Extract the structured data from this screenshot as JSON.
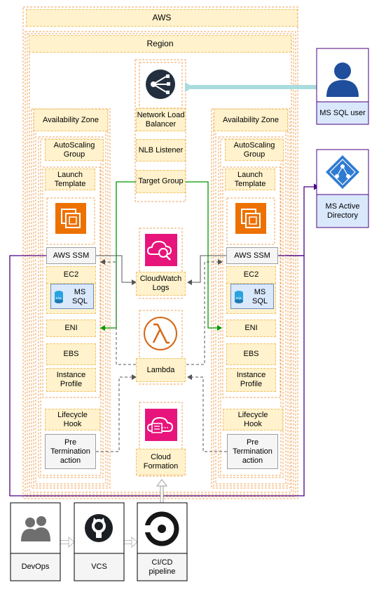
{
  "colors": {
    "zone_border": "#f2a45a",
    "label_fill": "#fff2cc",
    "nlb_icon": "#232f3e",
    "ec2_orange": "#ed7100",
    "pink": "#e7157b",
    "user_fill": "#dae8fc",
    "purple_line": "#4b0082",
    "green_line": "#009900",
    "arrow_blue": "#a9dcdf"
  },
  "labels": {
    "aws": "AWS",
    "region": "Region",
    "nlb_1": "Network Load",
    "nlb_2": "Balancer",
    "nlb_listener": "NLB Listener",
    "target_group": "Target Group",
    "cloudwatch_1": "CloudWatch",
    "cloudwatch_2": "Logs",
    "lambda": "Lambda",
    "cloudformation_1": "Cloud",
    "cloudformation_2": "Formation",
    "ms_sql_user": "MS SQL user",
    "ms_ad_1": "MS Active",
    "ms_ad_2": "Directory",
    "devops": "DevOps",
    "vcs": "VCS",
    "cicd_1": "CI/CD",
    "cicd_2": "pipeline",
    "ms_sql_1": "MS",
    "ms_sql_2": "SQL",
    "sql_tag": "SQL"
  },
  "left": {
    "az": "Availability Zone",
    "asg_1": "AutoScaling",
    "asg_2": "Group",
    "lt_1": "Launch",
    "lt_2": "Template",
    "ssm": "AWS SSM",
    "ec2": "EC2",
    "eni": "ENI",
    "ebs": "EBS",
    "ip_1": "Instance",
    "ip_2": "Profile",
    "lh_1": "Lifecycle",
    "lh_2": "Hook",
    "pta_1": "Pre",
    "pta_2": "Termination",
    "pta_3": "action"
  },
  "right": {
    "az": "Availability Zone",
    "asg_1": "AutoScaling",
    "asg_2": "Group",
    "lt_1": "Launch",
    "lt_2": "Template",
    "ssm": "AWS SSM",
    "ec2": "EC2",
    "eni": "ENI",
    "ebs": "EBS",
    "ip_1": "Instance",
    "ip_2": "Profile",
    "lh_1": "Lifecycle",
    "lh_2": "Hook",
    "pta_1": "Pre",
    "pta_2": "Termination",
    "pta_3": "action"
  },
  "icons": {
    "nlb": "network-load-balancer-icon",
    "ec2": "ec2-instance-icon",
    "cloudwatch": "cloudwatch-logs-icon",
    "lambda": "lambda-icon",
    "cloudformation": "cloudformation-icon",
    "user": "user-icon",
    "active_directory": "active-directory-icon",
    "devops": "devops-team-icon",
    "vcs": "github-icon",
    "cicd": "circleci-icon",
    "database": "database-icon"
  }
}
